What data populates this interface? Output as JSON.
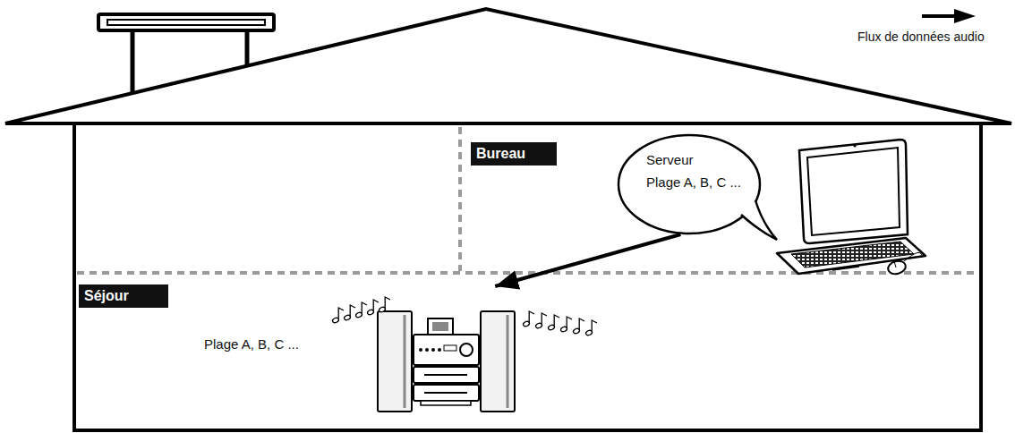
{
  "diagram": {
    "nodes": [
      {
        "text": [
          "Bureau"
        ]
      },
      {
        "text": [
          "Serveur",
          "Plage A, B, C ..."
        ]
      },
      {
        "text": [
          "Séjour"
        ]
      },
      {
        "text": [
          "Plage A, B, C ..."
        ]
      }
    ],
    "edges": [
      {
        "from": 1,
        "to": 3,
        "arrow": "to"
      }
    ],
    "legend": [
      {
        "text": "Flux de données audio"
      }
    ]
  }
}
